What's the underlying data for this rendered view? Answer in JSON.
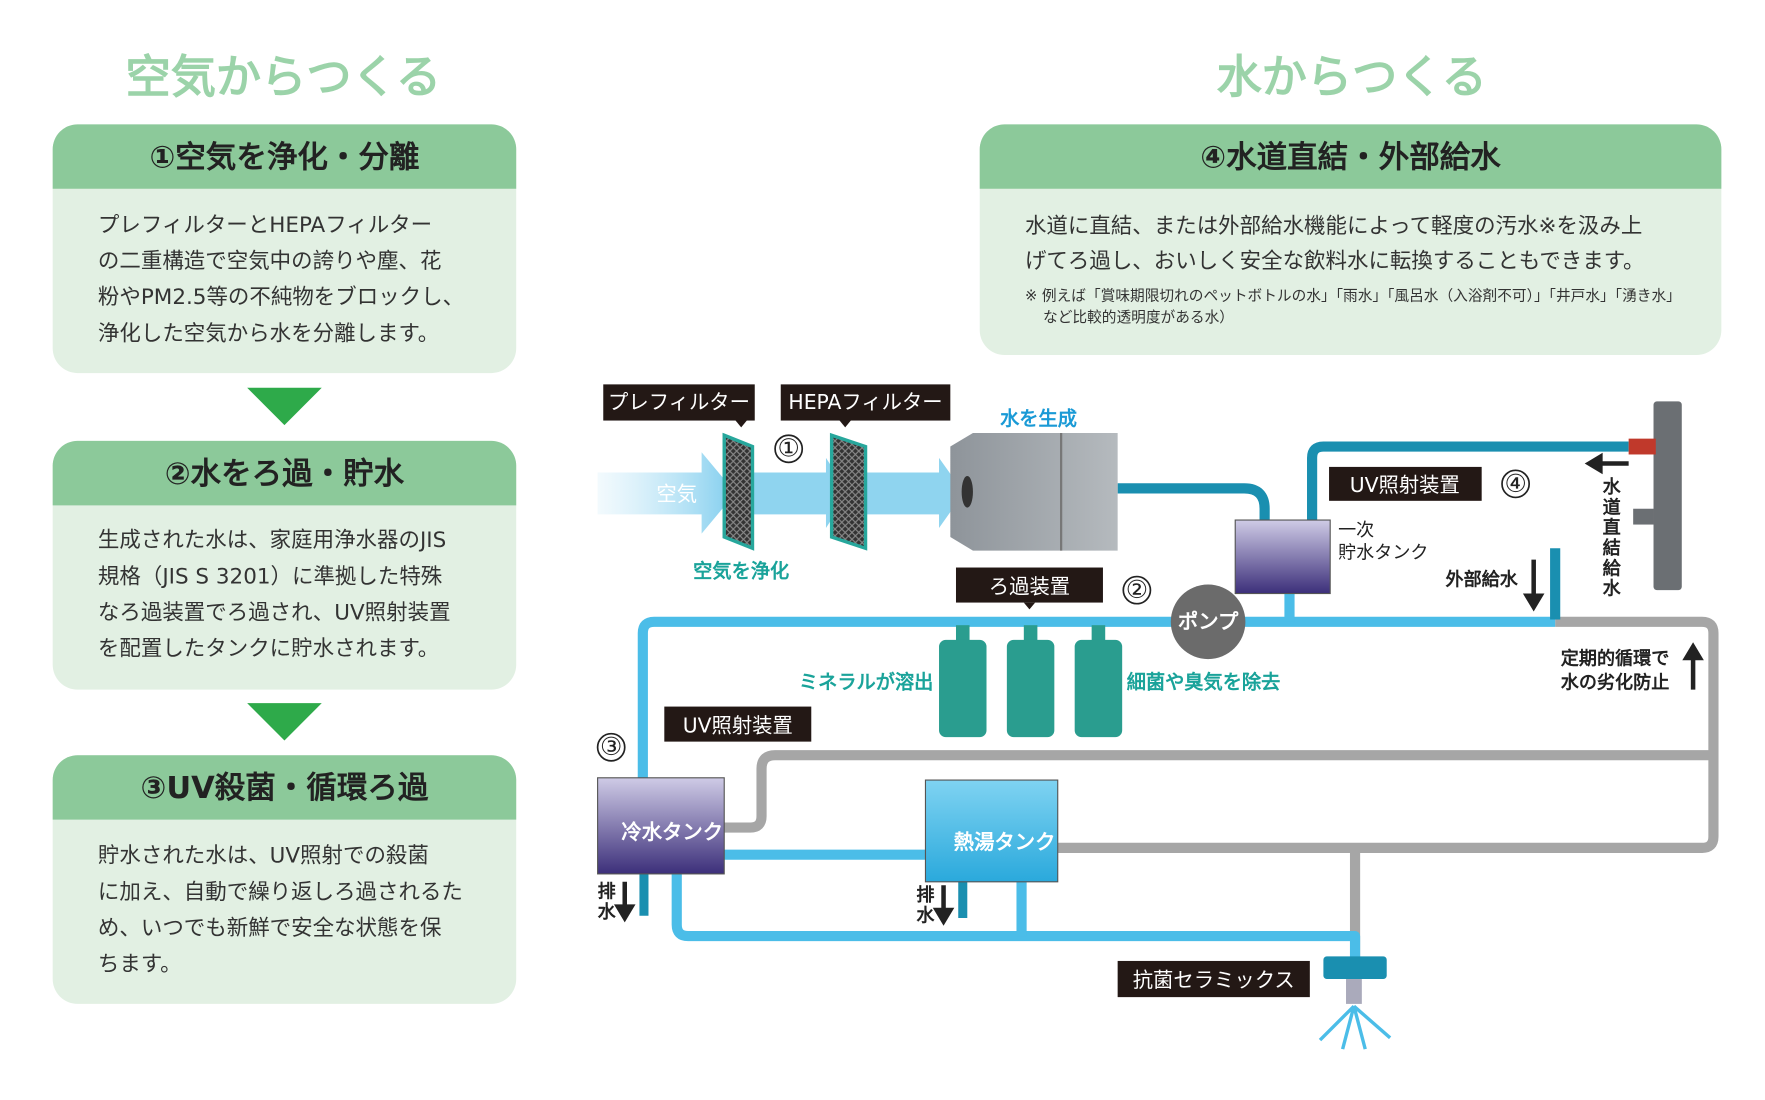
{
  "left": {
    "title": "空気からつくる",
    "steps": [
      {
        "header": "①空気を浄化・分離",
        "lines": [
          "プレフィルターとHEPAフィルター",
          "の二重構造で空気中の誇りや塵、花",
          "粉やPM2.5等の不純物をブロックし、",
          "浄化した空気から水を分離します。"
        ]
      },
      {
        "header": "②水をろ過・貯水",
        "lines": [
          "生成された水は、家庭用浄水器のJIS",
          "規格（JIS S 3201）に準拠した特殊",
          "なろ過装置でろ過され、UV照射装置",
          "を配置したタンクに貯水されます。"
        ]
      },
      {
        "header": "③UV殺菌・循環ろ過",
        "lines": [
          "貯水された水は、UV照射での殺菌",
          "に加え、自動で繰り返しろ過されるた",
          "め、いつでも新鮮で安全な状態を保",
          "ちます。"
        ]
      }
    ]
  },
  "right": {
    "title": "水からつくる",
    "header": "④水道直結・外部給水",
    "lines": [
      "水道に直結、または外部給水機能によって軽度の汚水※を汲み上",
      "げてろ過し、おいしく安全な飲料水に転換することもできます。"
    ],
    "notes": [
      "※ 例えば「賞味期限切れのペットボトルの水」「雨水」「風呂水（入浴剤不可）」「井戸水」「湧き水」",
      "など比較的透明度がある水）"
    ]
  },
  "diagram": {
    "air": "空気",
    "prefilter": "プレフィルター",
    "hepa": "HEPAフィルター",
    "purify": "空気を浄化",
    "generate": "水を生成",
    "uv1": "UV照射装置",
    "primary_tank": [
      "一次",
      "貯水タンク"
    ],
    "external": "外部給水",
    "direct": [
      "水",
      "道",
      "直",
      "結",
      "給",
      "水"
    ],
    "filter_unit": "ろ過装置",
    "pump": "ポンプ",
    "mineral": "ミネラルが溶出",
    "remove": "細菌や臭気を除去",
    "circulate": [
      "定期的循環で",
      "水の劣化防止"
    ],
    "uv2": "UV照射装置",
    "cold_tank": "冷水タンク",
    "hot_tank": "熱湯タンク",
    "drain": [
      "排",
      "水"
    ],
    "ceramics": "抗菌セラミックス",
    "nums": [
      "①",
      "②",
      "③",
      "④"
    ]
  },
  "colors": {
    "title": "#9bd3a9",
    "header": "#8cc99a",
    "body": "#e2f0e3",
    "arrow": "#2eaa4a",
    "pipe_blue": "#4bbde8",
    "pipe_dark": "#1a8fb0",
    "pipe_grey": "#a6a6a6"
  }
}
